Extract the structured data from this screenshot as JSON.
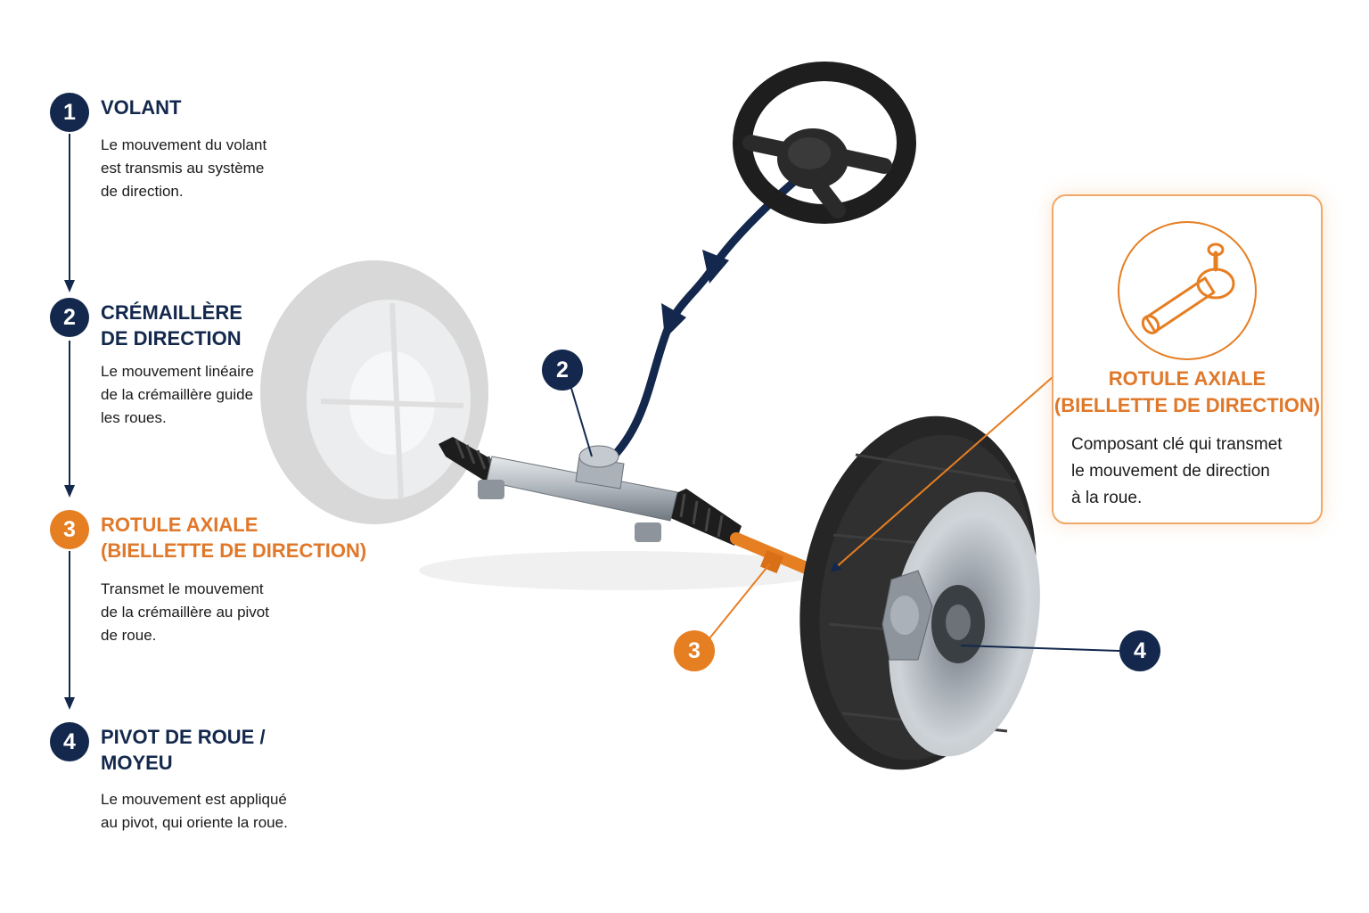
{
  "colors": {
    "navy": "#13284c",
    "orange": "#e67e22",
    "tire": "#262626",
    "metal": "#9aa2aa"
  },
  "steps": [
    {
      "num": "1",
      "title": "VOLANT",
      "desc": "Le mouvement du volant\nest transmis au système\nde direction."
    },
    {
      "num": "2",
      "title": "CRÉMAILLÈRE\nDE DIRECTION",
      "desc": "Le mouvement linéaire\nde la crémaillère guide\nles roues."
    },
    {
      "num": "3",
      "title": "ROTULE AXIALE\n(BIELLETTE DE DIRECTION)",
      "desc": "Transmet le mouvement\nde la crémaillère au pivot\nde roue."
    },
    {
      "num": "4",
      "title": "PIVOT DE ROUE /\nMOYEU",
      "desc": "Le mouvement est appliqué\nau pivot, qui oriente la roue."
    }
  ],
  "callouts": {
    "rack": "2",
    "tie_rod": "3",
    "hub": "4"
  },
  "card": {
    "icon": "tie-rod-end-icon",
    "title": "ROTULE AXIALE\n(BIELLETTE DE DIRECTION)",
    "desc": "Composant clé qui transmet\nle mouvement de direction\nà la roue."
  }
}
